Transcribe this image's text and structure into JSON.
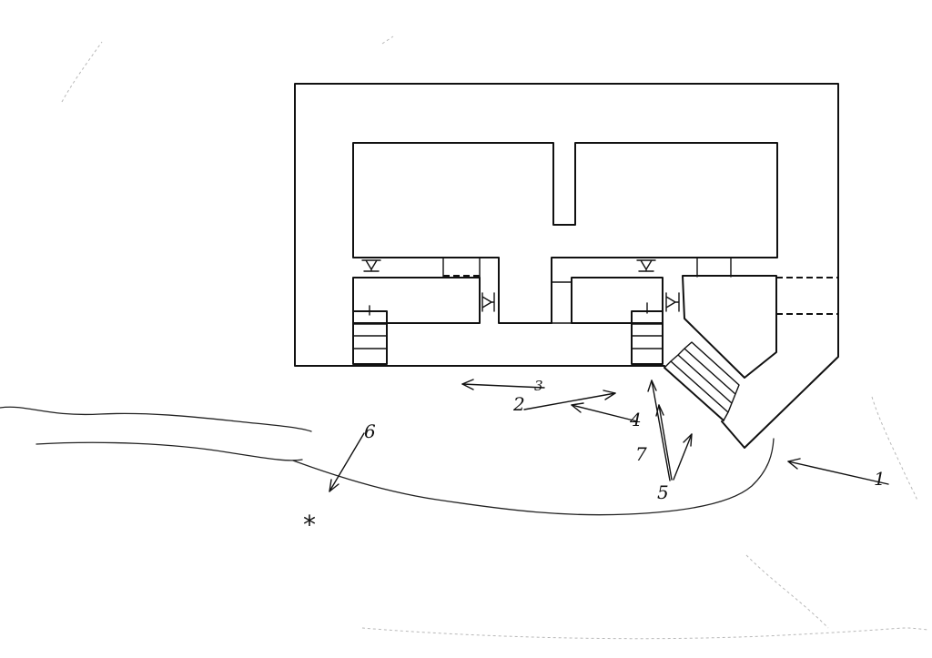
{
  "labels": {
    "one": "1",
    "two": "2",
    "three": "3",
    "four": "4",
    "five": "5",
    "six": "6",
    "seven": "7",
    "star": "*"
  }
}
